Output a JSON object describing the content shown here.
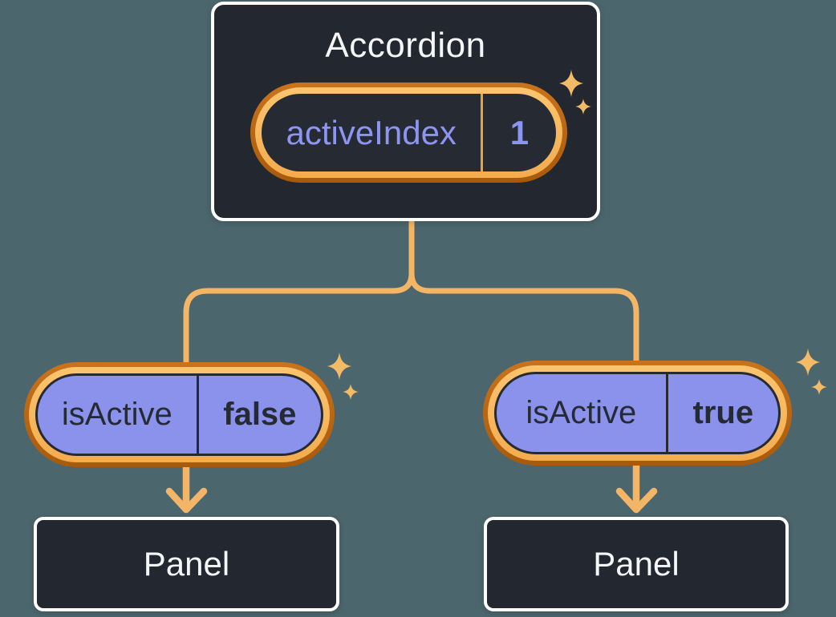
{
  "accordion": {
    "title": "Accordion",
    "state": {
      "name": "activeIndex",
      "value": "1"
    }
  },
  "children": [
    {
      "prop": {
        "name": "isActive",
        "value": "false"
      },
      "panel": {
        "title": "Panel"
      }
    },
    {
      "prop": {
        "name": "isActive",
        "value": "true"
      },
      "panel": {
        "title": "Panel"
      }
    }
  ],
  "icons": {
    "sparkle": "sparkle-icon",
    "arrow": "down-arrow-icon"
  },
  "colors": {
    "background": "#4C666E",
    "card_background": "#23272F",
    "card_border": "#FFFFFF",
    "pill_ring_outer": "#B86210",
    "pill_ring_inner": "#F9BC60",
    "pill_purple_fill": "#8A92EC",
    "state_text_purple": "#8D95F2",
    "prop_text_navy": "#262B33",
    "connector_orange": "#F5B566",
    "sparkle_orange": "#F3BB66",
    "title_text": "#F5F6F8"
  }
}
